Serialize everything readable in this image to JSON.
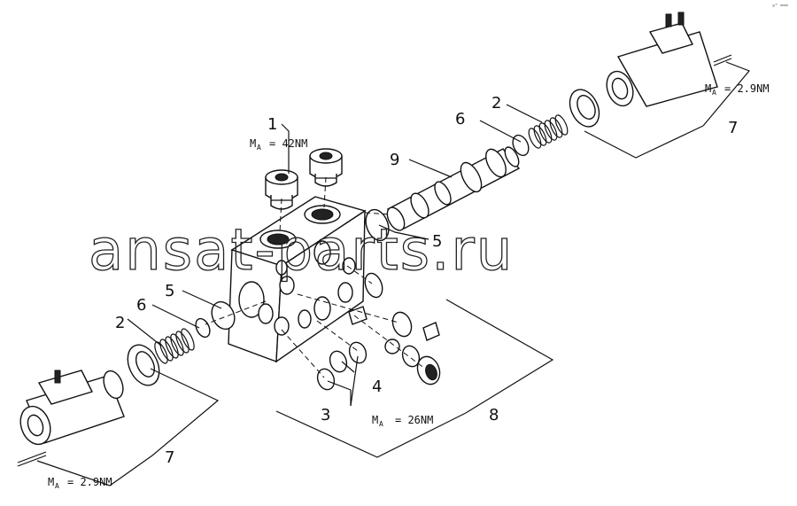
{
  "callouts": [
    {
      "number": "1"
    },
    {
      "number": "2"
    },
    {
      "number": "2"
    },
    {
      "number": "3"
    },
    {
      "number": "4"
    },
    {
      "number": "5"
    },
    {
      "number": "5"
    },
    {
      "number": "6"
    },
    {
      "number": "6"
    },
    {
      "number": "7"
    },
    {
      "number": "7"
    },
    {
      "number": "8"
    },
    {
      "number": "9"
    }
  ],
  "torques": [
    {
      "prefix": "M",
      "sub": "A",
      "value": "= 42NM"
    },
    {
      "prefix": "M",
      "sub": "A",
      "value": "= 2.9NM"
    },
    {
      "prefix": "M",
      "sub": "A",
      "value": "= 26NM"
    },
    {
      "prefix": "M",
      "sub": "A",
      "value": "= 2.9NM"
    }
  ],
  "watermark": "ansat-parts.ru",
  "corner_mark": "s^ ==="
}
